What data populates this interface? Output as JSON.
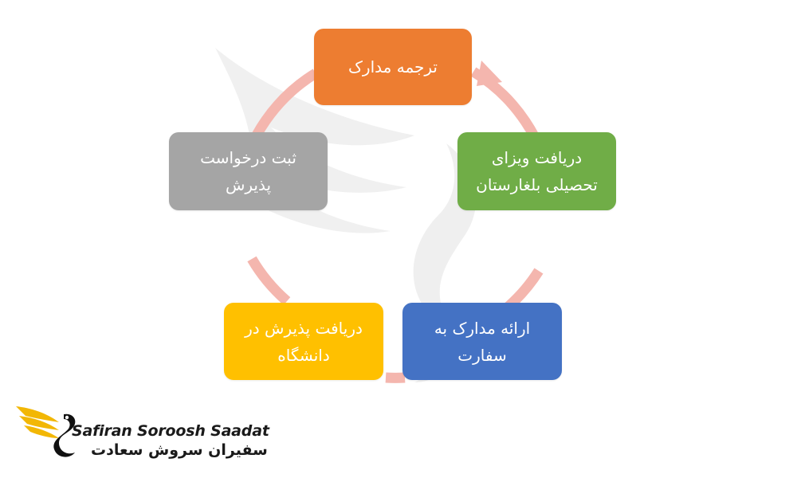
{
  "colors": {
    "cycle_ring": "#f4b6ae",
    "step_orange": "#ed7d31",
    "step_green": "#70ad47",
    "step_blue": "#4472c4",
    "step_yellow": "#ffc000",
    "step_gray": "#a5a5a5",
    "logo_gold": "#f2b705"
  },
  "steps": [
    {
      "label": "ترجمه مدارک"
    },
    {
      "label": "دریافت ویزای\nتحصیلی بلغارستان"
    },
    {
      "label": "ارائه مدارک به\nسفارت"
    },
    {
      "label": "دریافت پذیرش در\nدانشگاه"
    },
    {
      "label": "ثبت درخواست\nپذیرش"
    }
  ],
  "logo": {
    "name_en": "Safiran Soroosh Saadat",
    "name_fa": "سفیران سروش سعادت"
  }
}
